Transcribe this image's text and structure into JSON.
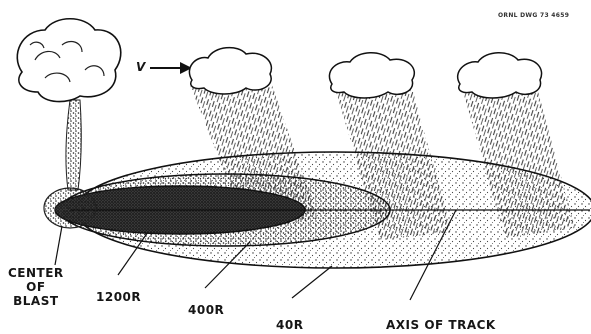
{
  "drawing_id": "ORNL DWG 73 4659",
  "labels": {
    "center_line1": "CENTER",
    "center_line2": "OF",
    "center_line3": "BLAST",
    "contour_1200": "1200R",
    "contour_400": "400R",
    "contour_40": "40R",
    "axis": "AXIS OF TRACK",
    "wind_arrow": "V"
  }
}
